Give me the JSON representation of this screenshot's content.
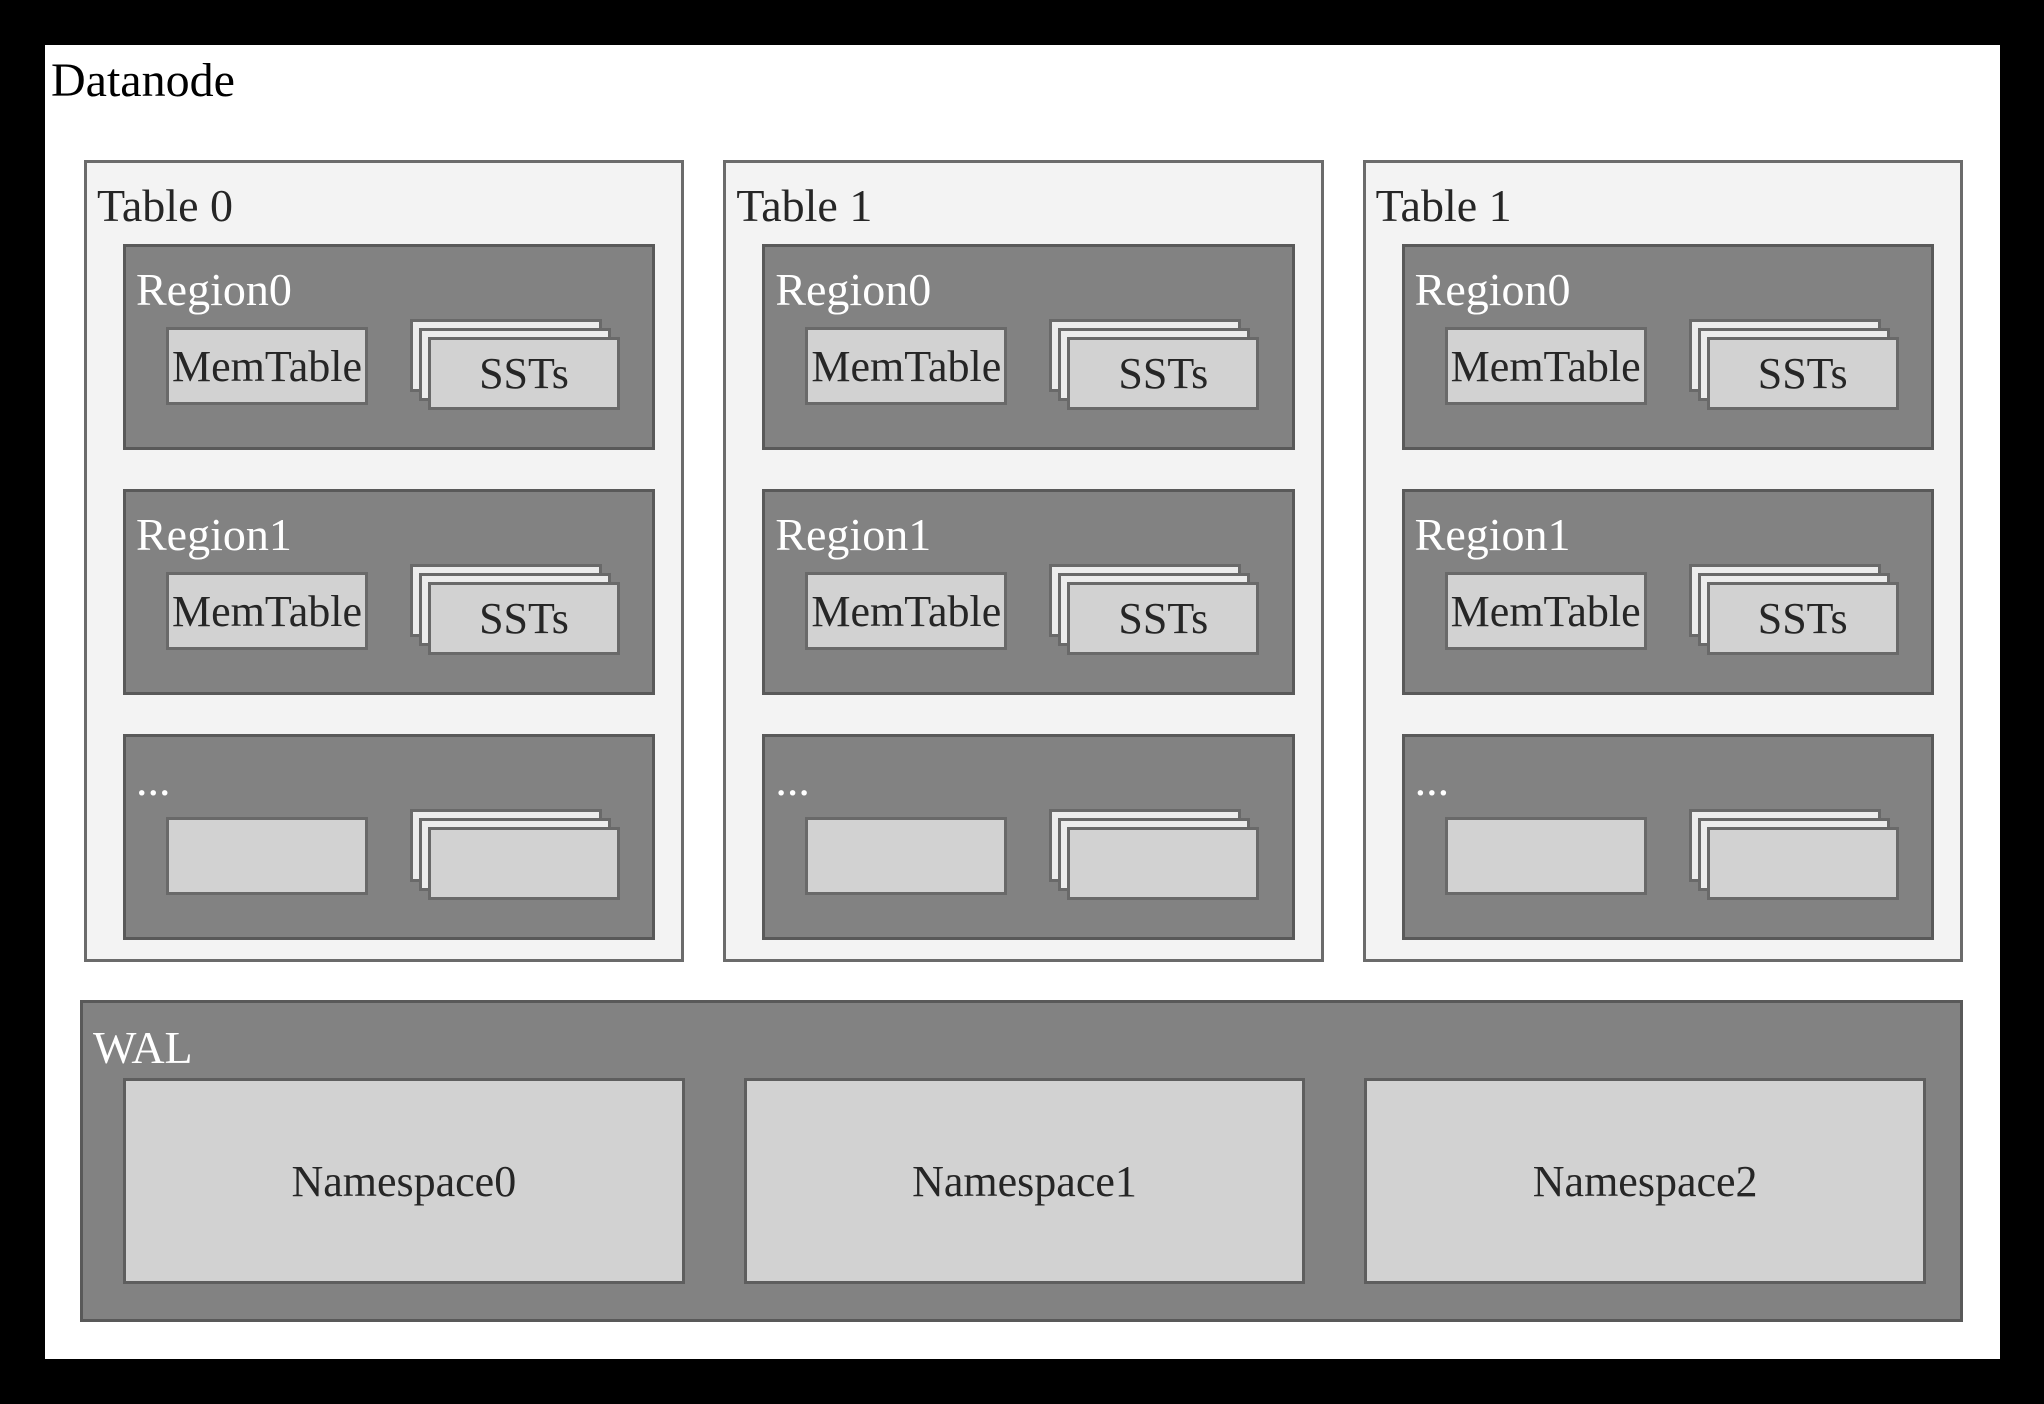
{
  "title": "Datanode",
  "colors": {
    "frame": "#000000",
    "canvas": "#ffffff",
    "table_fill": "#f3f3f3",
    "table_border": "#6b6b6b",
    "region_fill": "#828282",
    "region_border": "#595959",
    "light_box_fill": "#d2d2d2",
    "light_box_border": "#696969",
    "stack_back_fill": "#ececec",
    "text_dark": "#262626",
    "text_light": "#ffffff"
  },
  "tables": [
    {
      "label": "Table 0",
      "regions": [
        {
          "label": "Region0",
          "memtable": "MemTable",
          "ssts": "SSTs"
        },
        {
          "label": "Region1",
          "memtable": "MemTable",
          "ssts": "SSTs"
        },
        {
          "label": "...",
          "memtable": "",
          "ssts": ""
        }
      ]
    },
    {
      "label": "Table 1",
      "regions": [
        {
          "label": "Region0",
          "memtable": "MemTable",
          "ssts": "SSTs"
        },
        {
          "label": "Region1",
          "memtable": "MemTable",
          "ssts": "SSTs"
        },
        {
          "label": "...",
          "memtable": "",
          "ssts": ""
        }
      ]
    },
    {
      "label": "Table 1",
      "regions": [
        {
          "label": "Region0",
          "memtable": "MemTable",
          "ssts": "SSTs"
        },
        {
          "label": "Region1",
          "memtable": "MemTable",
          "ssts": "SSTs"
        },
        {
          "label": "...",
          "memtable": "",
          "ssts": ""
        }
      ]
    }
  ],
  "wal": {
    "label": "WAL",
    "namespaces": [
      "Namespace0",
      "Namespace1",
      "Namespace2"
    ]
  }
}
